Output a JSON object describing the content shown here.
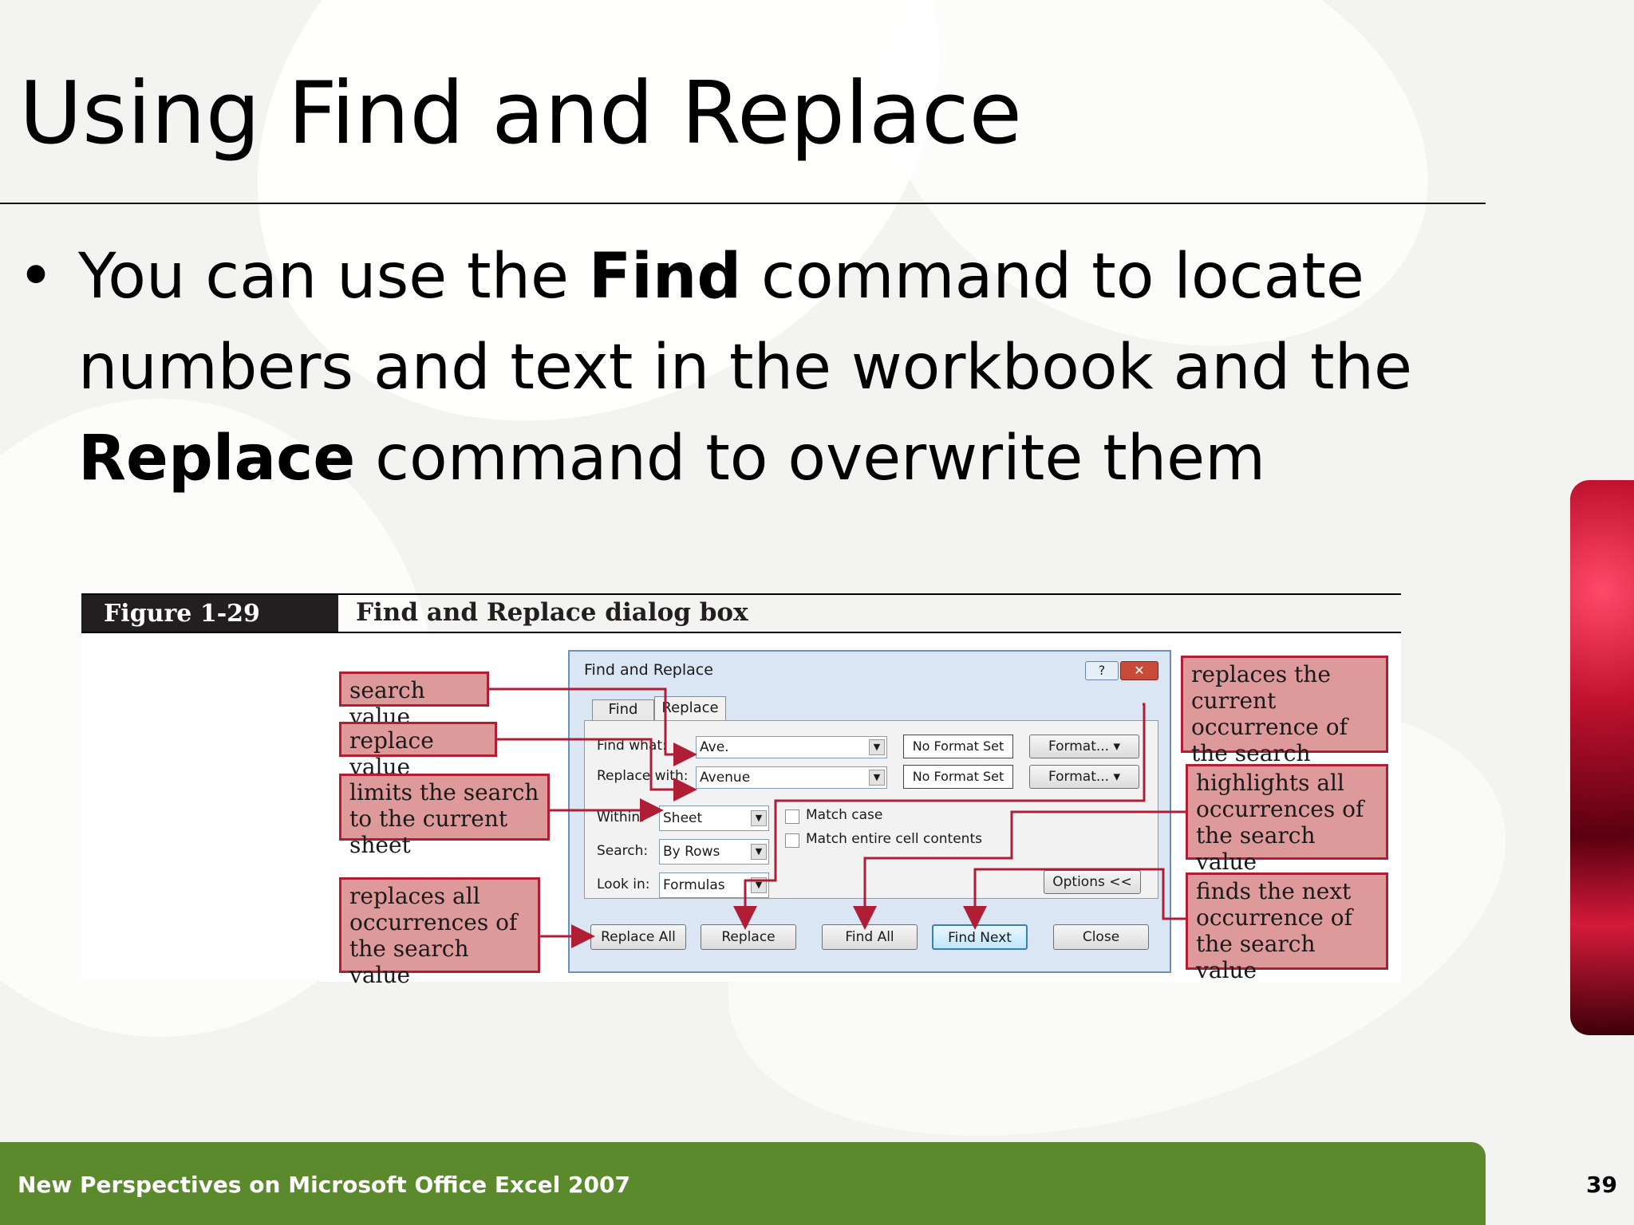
{
  "slide": {
    "title": "Using Find and Replace",
    "bullet_dot": "•",
    "bullet_part1": "You can use the ",
    "bullet_find": "Find",
    "bullet_part2": " command to locate numbers and text in the workbook and the ",
    "bullet_replace": "Replace",
    "bullet_part3": " command to overwrite them"
  },
  "figure": {
    "label": "Figure  1-29",
    "caption": "Find and Replace dialog box",
    "callouts": {
      "search_value": "search value",
      "replace_value": "replace value",
      "limits": "limits the search to the current sheet",
      "replaces_all": "replaces all occurrences of the search value",
      "replaces_current": "replaces the current occurrence of the search value",
      "highlights_all": "highlights all occurrences of the search value",
      "finds_next": "finds the next occurrence of the search value"
    }
  },
  "dialog": {
    "title": "Find and Replace",
    "help": "?",
    "close": "✕",
    "tabs": {
      "find": "Find",
      "replace": "Replace"
    },
    "find_what_label": "Find what:",
    "find_what_value": "Ave.",
    "replace_with_label": "Replace with:",
    "replace_with_value": "Avenue",
    "no_format_set_1": "No Format Set",
    "no_format_set_2": "No Format Set",
    "format_btn_1": "Format...",
    "format_btn_2": "Format...",
    "within_label": "Within:",
    "within_value": "Sheet",
    "search_label": "Search:",
    "search_value": "By Rows",
    "lookin_label": "Look in:",
    "lookin_value": "Formulas",
    "match_case": "Match case",
    "match_entire": "Match entire cell contents",
    "options_btn": "Options <<",
    "replace_all_btn": "Replace All",
    "replace_btn": "Replace",
    "find_all_btn": "Find All",
    "find_next_btn": "Find Next",
    "close_btn": "Close",
    "dropdown_arrow": "▼"
  },
  "footer": {
    "text": "New Perspectives on Microsoft Office Excel 2007",
    "page": "39"
  },
  "colors": {
    "footer_green": "#5a8a2c",
    "callout_fill": "#de9a9a",
    "callout_border": "#b01e36"
  }
}
